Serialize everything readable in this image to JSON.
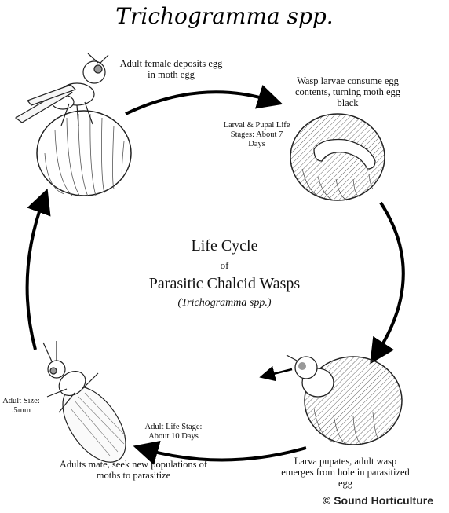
{
  "title": "Trichogramma spp.",
  "center": {
    "line1": "Life Cycle",
    "line2": "of",
    "line3": "Parasitic Chalcid Wasps",
    "line4": "(Trichogramma spp.)"
  },
  "stages": {
    "deposit": "Adult female deposits egg in moth egg",
    "consume": "Wasp larvae consume egg contents, turning moth egg black",
    "larval_duration": "Larval & Pupal Life Stages: About 7 Days",
    "emerge": "Larva pupates, adult wasp emerges from hole in parasitized egg",
    "mate": "Adults mate, seek new populations of moths to parasitize",
    "adult_duration": "Adult Life Stage: About 10 Days",
    "adult_size": "Adult Size: .5mm"
  },
  "copyright": "© Sound Horticulture"
}
